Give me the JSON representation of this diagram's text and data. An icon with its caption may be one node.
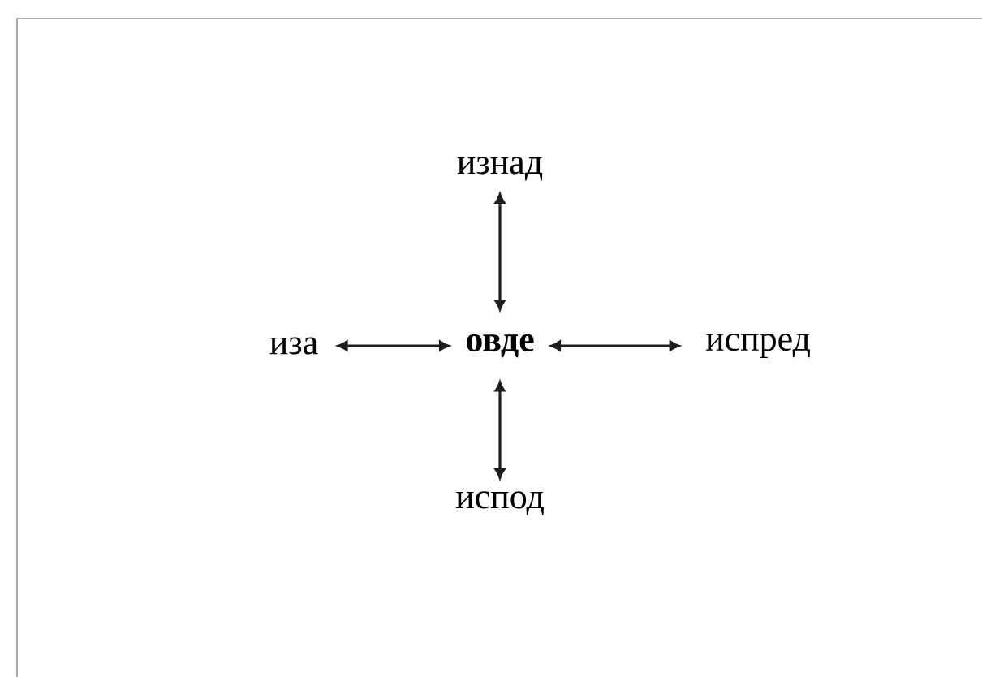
{
  "diagram": {
    "nodes": [
      {
        "text": [
          "овде"
        ]
      },
      {
        "text": [
          "изнад"
        ]
      },
      {
        "text": [
          "иза"
        ]
      },
      {
        "text": [
          "испред"
        ]
      },
      {
        "text": [
          "испод"
        ]
      }
    ],
    "edges": [
      {
        "from": 0,
        "to": 1,
        "arrow": "both"
      },
      {
        "from": 0,
        "to": 2,
        "arrow": "both"
      },
      {
        "from": 0,
        "to": 3,
        "arrow": "both"
      },
      {
        "from": 0,
        "to": 4,
        "arrow": "both"
      }
    ]
  }
}
